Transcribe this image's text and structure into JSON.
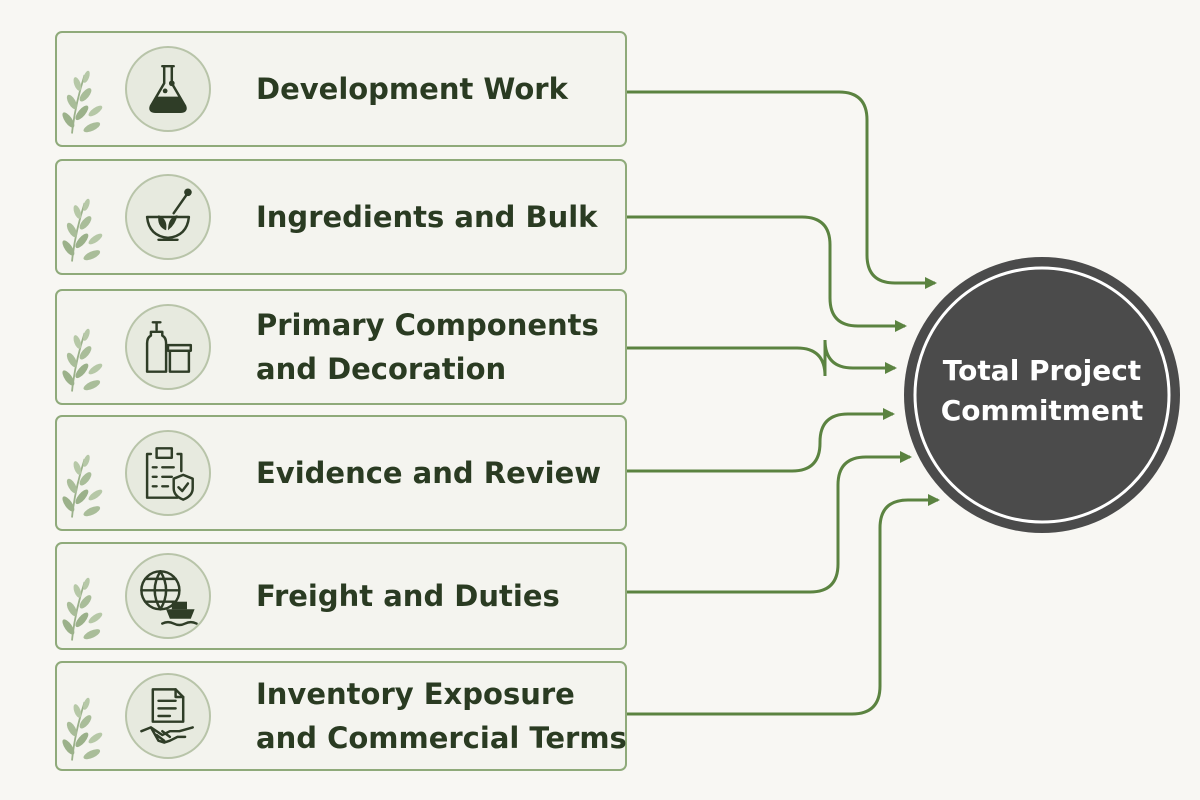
{
  "diagram": {
    "items": [
      {
        "lines": [
          "Development Work"
        ],
        "icon": "flask-icon"
      },
      {
        "lines": [
          "Ingredients and Bulk"
        ],
        "icon": "mortar-pestle-icon"
      },
      {
        "lines": [
          "Primary Components",
          "and Decoration"
        ],
        "icon": "bottle-jar-icon"
      },
      {
        "lines": [
          "Evidence and Review"
        ],
        "icon": "clipboard-shield-icon"
      },
      {
        "lines": [
          "Freight and Duties"
        ],
        "icon": "globe-ship-icon"
      },
      {
        "lines": [
          "Inventory Exposure",
          "and Commercial Terms"
        ],
        "icon": "document-handshake-icon"
      }
    ],
    "target": {
      "lines": [
        "Total Project",
        "Commitment"
      ]
    },
    "colors": {
      "background": "#f8f7f3",
      "card_fill": "#f4f4ef",
      "card_border": "#8faa7a",
      "connector": "#5b8340",
      "icon_circle": "#e7eadf",
      "icon_stroke": "#2f3d27",
      "leaf": "#9bb18a",
      "text": "#2a3b22",
      "target_fill": "#4b4b4b",
      "target_ring": "#ffffff"
    }
  }
}
